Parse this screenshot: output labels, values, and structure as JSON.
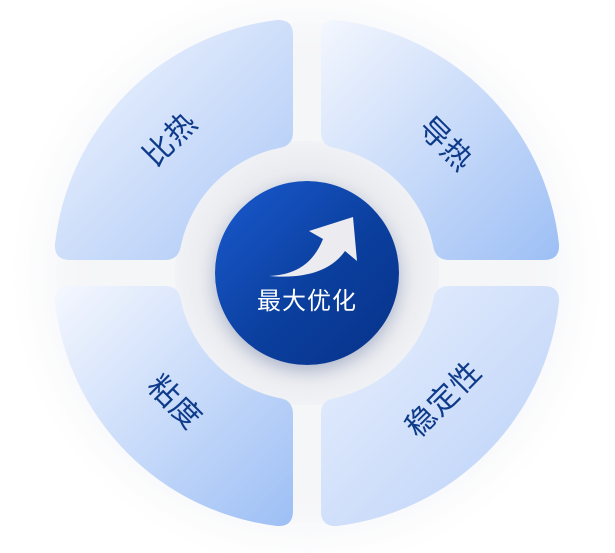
{
  "diagram": {
    "center": {
      "title": "最大优化",
      "icon": "trending-up-arrow-icon",
      "color_start": "#1a5bd0",
      "color_end": "#07328a"
    },
    "quadrants": [
      {
        "position": "top-left",
        "label": "比热",
        "rotation_deg": -45
      },
      {
        "position": "top-right",
        "label": "导热",
        "rotation_deg": 45
      },
      {
        "position": "bottom-left",
        "label": "粘度",
        "rotation_deg": 45
      },
      {
        "position": "bottom-right",
        "label": "稳定性",
        "rotation_deg": -45
      }
    ],
    "colors": {
      "quadrant_light": "#eef4fe",
      "quadrant_dark": "#9fc0f5",
      "label_text": "#0e3a8a",
      "halo": "#eceef2"
    }
  }
}
